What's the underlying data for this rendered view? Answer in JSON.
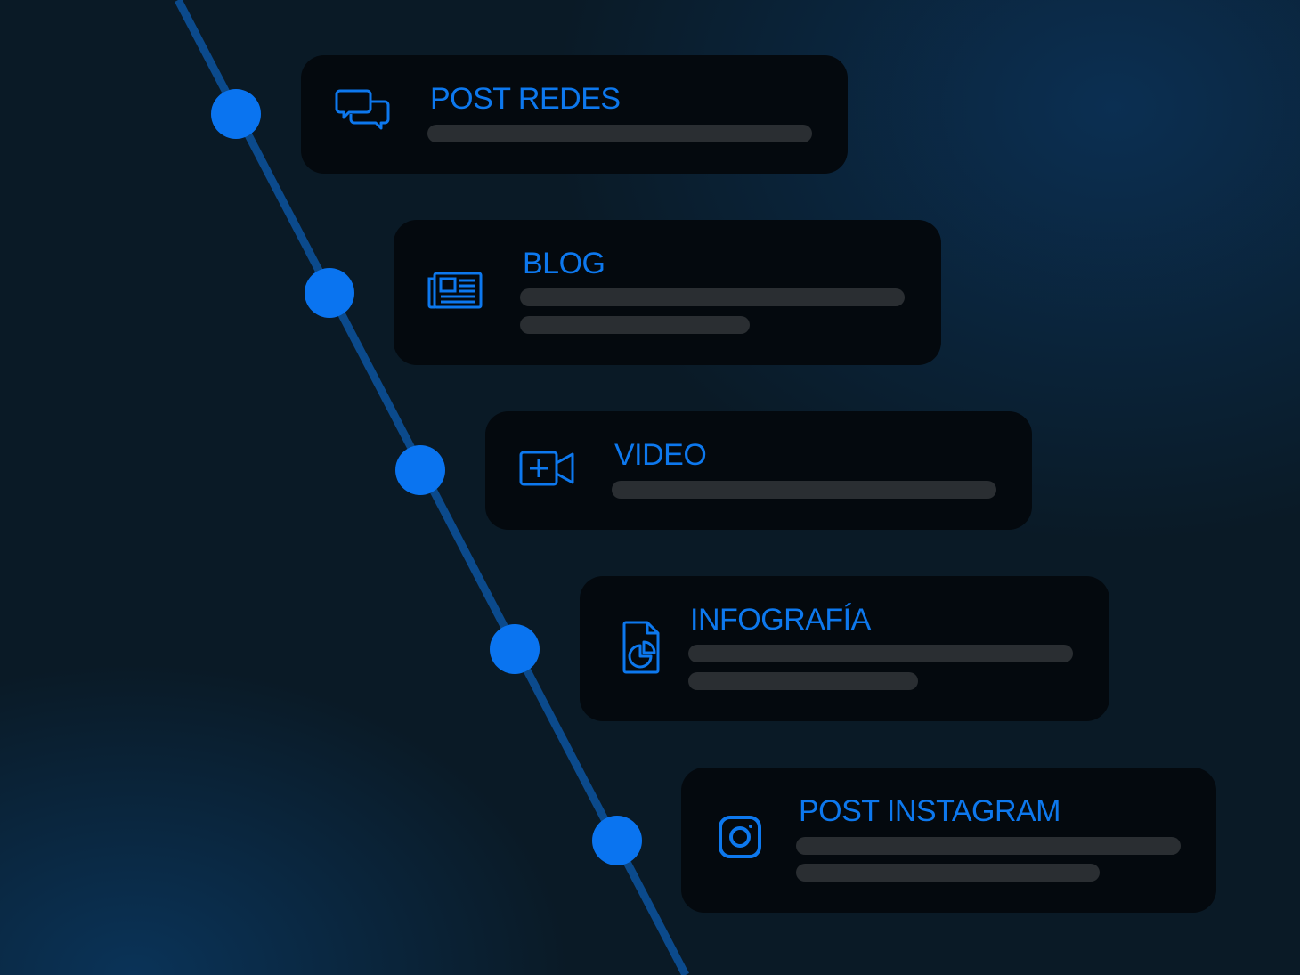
{
  "accent_color": "#0a74f0",
  "items": [
    {
      "title": "POST REDES",
      "icon": "chat-bubbles-icon",
      "bars": 1
    },
    {
      "title": "BLOG",
      "icon": "newspaper-icon",
      "bars": 2
    },
    {
      "title": "VIDEO",
      "icon": "video-add-icon",
      "bars": 1
    },
    {
      "title": "INFOGRAFÍA",
      "icon": "document-chart-icon",
      "bars": 2
    },
    {
      "title": "POST INSTAGRAM",
      "icon": "instagram-icon",
      "bars": 2
    }
  ]
}
